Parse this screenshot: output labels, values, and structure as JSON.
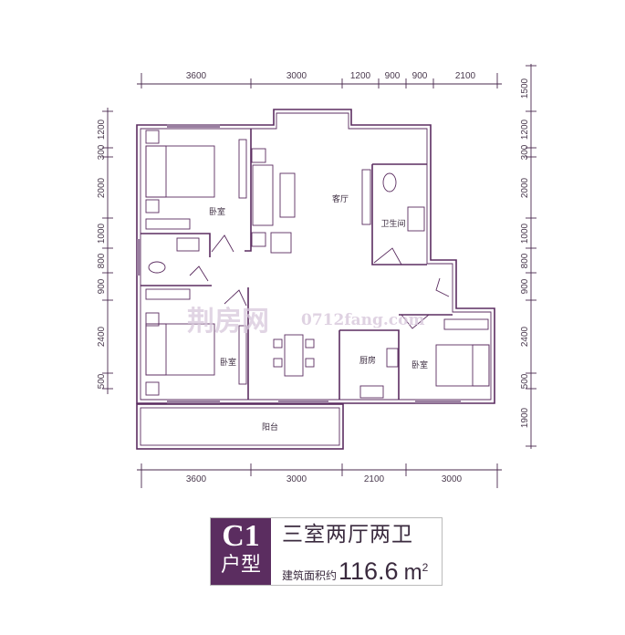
{
  "colors": {
    "wall": "#5b2d60",
    "title_block": "#5b2d60",
    "watermark": "#d8c8dc"
  },
  "dimensions": {
    "top": [
      "3600",
      "3000",
      "1200",
      "900",
      "900",
      "2100"
    ],
    "bottom": [
      "3600",
      "3000",
      "2100",
      "3000"
    ],
    "left": [
      "1200",
      "300",
      "2000",
      "1000",
      "800",
      "900",
      "2400",
      "500"
    ],
    "right": [
      "1500",
      "1200",
      "300",
      "2000",
      "1000",
      "800",
      "900",
      "2400",
      "500",
      "1900"
    ]
  },
  "rooms": {
    "bedroom_1": "卧室",
    "bedroom_2": "卧室",
    "bedroom_3": "卧室",
    "living_room": "客厅",
    "bathroom": "卫生间",
    "kitchen": "厨房",
    "balcony": "阳台"
  },
  "watermark": {
    "brand": "荆房网",
    "url": "0712fang.com"
  },
  "title": {
    "type_code": "C1",
    "type_label": "户型",
    "layout": "三室两厅两卫",
    "area_label": "建筑面积约",
    "area_value": "116.6",
    "area_unit": "m",
    "area_unit_sup": "2"
  }
}
